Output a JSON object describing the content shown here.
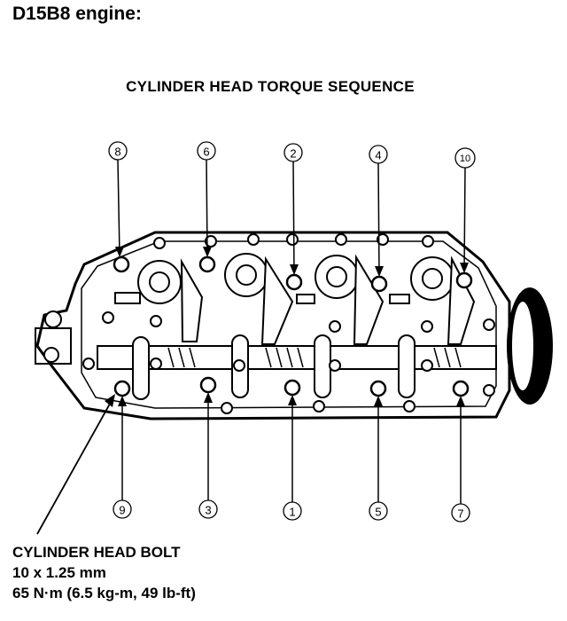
{
  "heading": "D15B8 engine:",
  "subtitle": "CYLINDER HEAD TORQUE SEQUENCE",
  "bolt_spec": {
    "name": "CYLINDER HEAD BOLT",
    "size": "10 x 1.25 mm",
    "torque": "65 N·m (6.5 kg-m, 49 lb-ft)"
  },
  "sequence_labels": {
    "top": [
      "8",
      "6",
      "2",
      "4",
      "10"
    ],
    "bottom": [
      "9",
      "3",
      "1",
      "5",
      "7"
    ]
  }
}
